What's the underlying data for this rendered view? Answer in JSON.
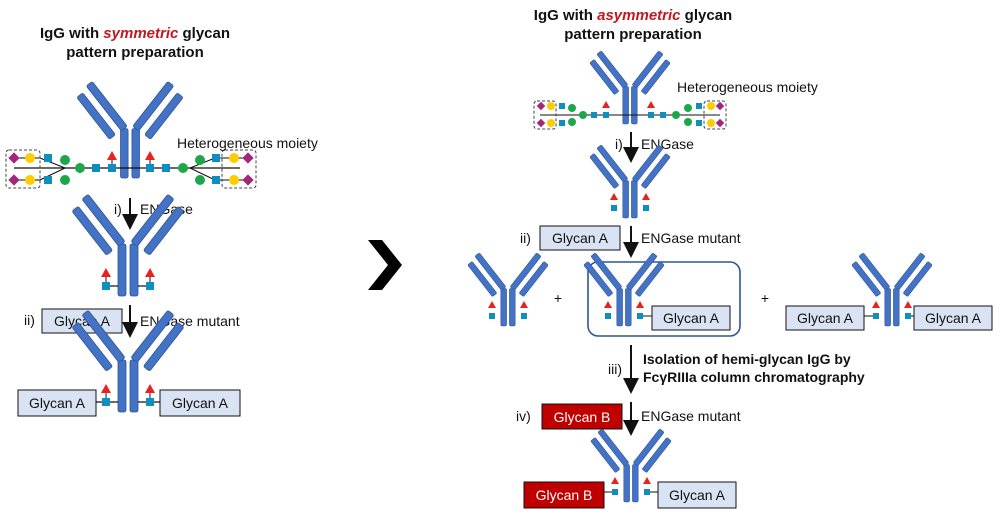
{
  "left_panel": {
    "title_line1_prefix": "IgG with ",
    "title_line1_emph": "symmetric",
    "title_line1_suffix": " glycan",
    "title_line2": "pattern preparation",
    "heterogeneous_label": "Heterogeneous moiety",
    "step_i_num": "i)",
    "step_i_label": "ENGase",
    "step_ii_num": "ii)",
    "step_ii_box": "Glycan A",
    "step_ii_label": "ENGase mutant",
    "final_left_box": "Glycan A",
    "final_right_box": "Glycan A"
  },
  "right_panel": {
    "title_line1_prefix": "IgG with ",
    "title_line1_emph": "asymmetric",
    "title_line1_suffix": " glycan",
    "title_line2": "pattern preparation",
    "heterogeneous_label": "Heterogeneous moiety",
    "step_i_num": "i)",
    "step_i_label": "ENGase",
    "step_ii_num": "ii)",
    "step_ii_box": "Glycan A",
    "step_ii_label": "ENGase mutant",
    "plus_1": "+",
    "plus_2": "+",
    "mix_middle_box": "Glycan A",
    "mix_right_box_left": "Glycan A",
    "mix_right_box_right": "Glycan A",
    "step_iii_num": "iii)",
    "step_iii_line1": "Isolation of hemi-glycan IgG by",
    "step_iii_line2": "FcγRIIIa column chromatography",
    "step_iv_num": "iv)",
    "step_iv_box": "Glycan B",
    "step_iv_label": "ENGase mutant",
    "final_left_box": "Glycan B",
    "final_right_box": "Glycan A"
  },
  "colors": {
    "antibody": "#4472c4",
    "antibody_stroke": "#2f5597",
    "glycan_a_fill": "#dae3f3",
    "glycan_b_fill": "#c00000",
    "highlight_box": "#2f5597",
    "fucose": "#e8231f",
    "glcnac": "#0f8fbf",
    "mannose": "#1ea64b",
    "galactose": "#ffcc00",
    "sialic": "#a0287a",
    "arrow_big": "#000000"
  }
}
